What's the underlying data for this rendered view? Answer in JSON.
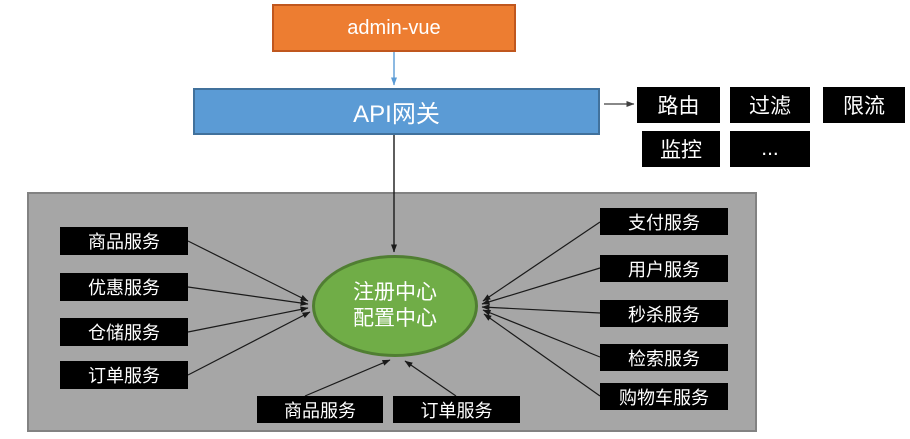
{
  "title": "microservices-architecture-diagram",
  "colors": {
    "frontend_fill": "#ED7D31",
    "frontend_border": "#C0571E",
    "gateway_fill": "#5B9BD5",
    "gateway_border": "#41719C",
    "registry_fill": "#70AD47",
    "registry_border": "#507E32",
    "zone_fill": "#A6A6A6",
    "zone_border": "#828282",
    "service_fill": "#000000",
    "service_text": "#FFFFFF",
    "arrow_black": "#1A1A1A",
    "arrow_blue": "#5B9BD5"
  },
  "nodes": {
    "frontend": "admin-vue",
    "gateway": "API网关",
    "registry_line1": "注册中心",
    "registry_line2": "配置中心"
  },
  "gateway_features": [
    "路由",
    "过滤",
    "限流",
    "监控",
    "..."
  ],
  "services": {
    "left": [
      "商品服务",
      "优惠服务",
      "仓储服务",
      "订单服务"
    ],
    "right": [
      "支付服务",
      "用户服务",
      "秒杀服务",
      "检索服务",
      "购物车服务"
    ],
    "bottom": [
      "商品服务",
      "订单服务"
    ]
  }
}
